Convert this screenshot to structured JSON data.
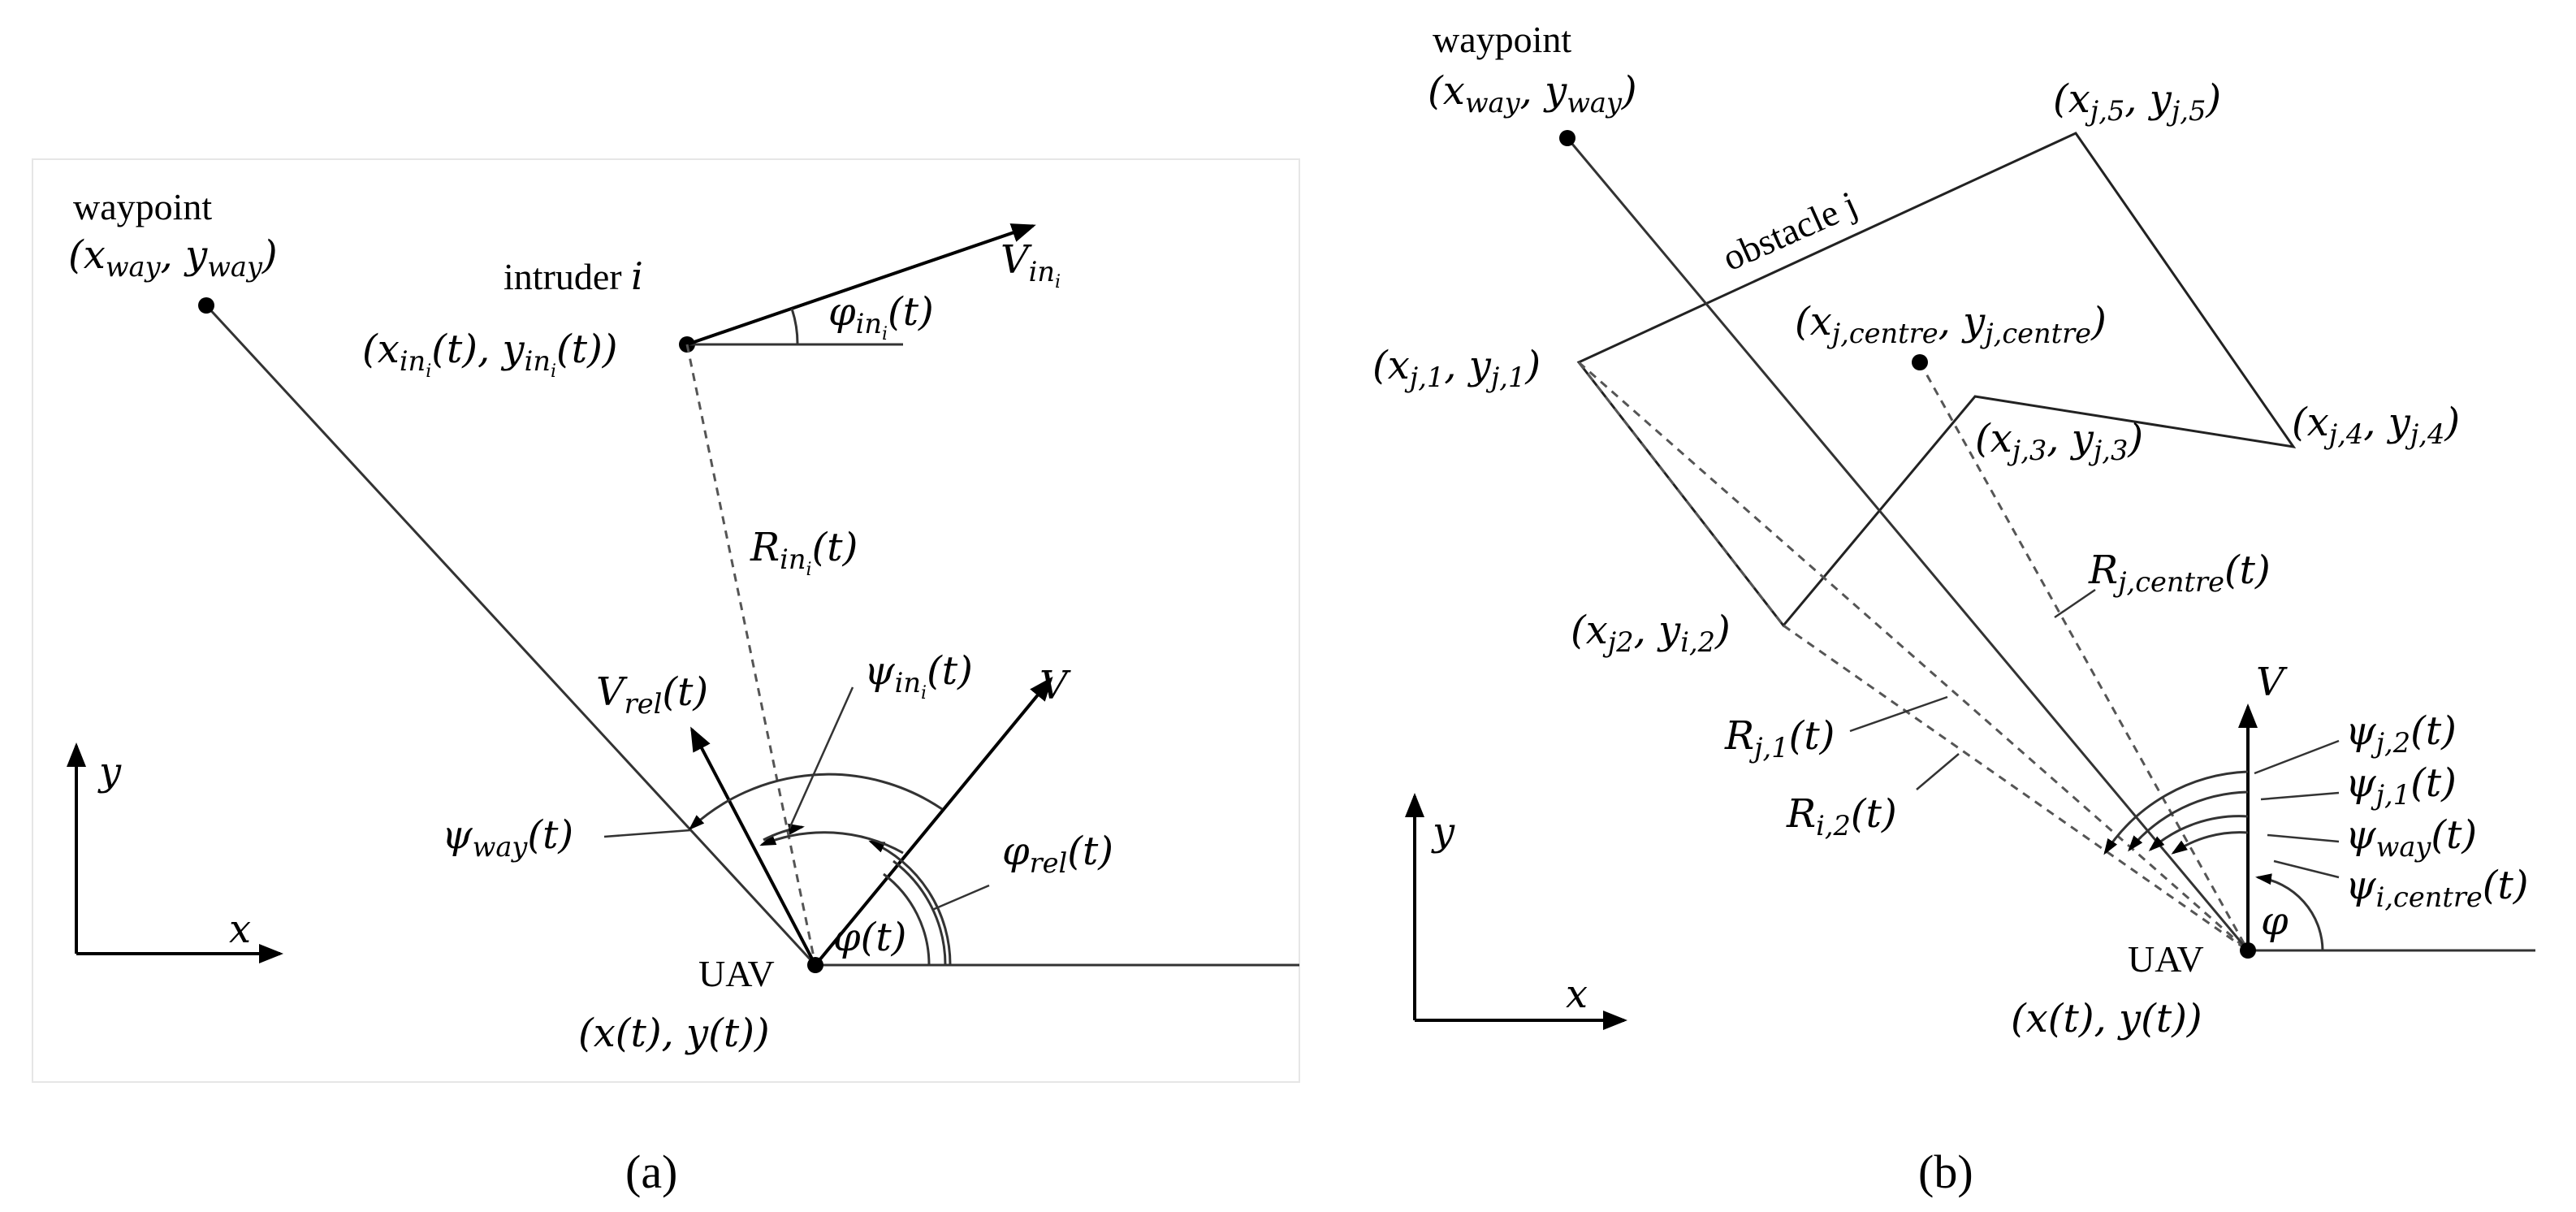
{
  "panel_a": {
    "caption": "(a)",
    "waypoint": "waypoint",
    "waypoint_coords": {
      "open": "(",
      "x": "x",
      "x_sub": "way",
      "sep": ", ",
      "y": "y",
      "y_sub": "way",
      "close": ")"
    },
    "intruder": "intruder",
    "intruder_i": "i",
    "intruder_coords": {
      "open": "(",
      "x": "x",
      "x_sub": "in",
      "x_subsub": "i",
      "t": "(t)",
      "sep": ", ",
      "y": "y",
      "y_sub": "in",
      "y_subsub": "i",
      "t2": "(t)",
      "close": ")"
    },
    "v_in": {
      "base": "V",
      "sub": "in",
      "subsub": "i"
    },
    "phi_in": {
      "base": "φ",
      "sub": "in",
      "subsub": "i",
      "t": "(t)"
    },
    "r_in": {
      "base": "R",
      "sub": "in",
      "subsub": "i",
      "t": "(t)"
    },
    "v_rel": {
      "base": "V",
      "sub": "rel",
      "t": "(t)"
    },
    "psi_in": {
      "base": "ψ",
      "sub": "in",
      "subsub": "i",
      "t": "(t)"
    },
    "v": "V",
    "psi_way": {
      "base": "ψ",
      "sub": "way",
      "t": "(t)"
    },
    "phi_rel": {
      "base": "φ",
      "sub": "rel",
      "t": "(t)"
    },
    "phi_t": "φ(t)",
    "uav": "UAV",
    "uav_coords": "(x(t), y(t))",
    "axis_y": "y",
    "axis_x": "x"
  },
  "panel_b": {
    "caption": "(b)",
    "waypoint": "waypoint",
    "waypoint_coords": {
      "open": "(",
      "x": "x",
      "x_sub": "way",
      "sep": ", ",
      "y": "y",
      "y_sub": "way",
      "close": ")"
    },
    "obstacle": "obstacle j",
    "v5": {
      "x_sub": "j,5",
      "y_sub": "j,5"
    },
    "v1": {
      "x_sub": "j,1",
      "y_sub": "j,1"
    },
    "centre": {
      "x_sub": "j,centre",
      "y_sub": "j,centre"
    },
    "v4": {
      "x_sub": "j,4",
      "y_sub": "j,4"
    },
    "v3": {
      "x_sub": "j,3",
      "y_sub": "j,3"
    },
    "v2": {
      "x_sub": "j2",
      "y_sub": "i,2"
    },
    "r_centre": {
      "base": "R",
      "sub": "j,centre",
      "t": "(t)"
    },
    "r_j1": {
      "base": "R",
      "sub": "j,1",
      "t": "(t)"
    },
    "r_i2": {
      "base": "R",
      "sub": "i,2",
      "t": "(t)"
    },
    "v": "V",
    "psi_j2": {
      "base": "ψ",
      "sub": "j,2",
      "t": "(t)"
    },
    "psi_j1": {
      "base": "ψ",
      "sub": "j,1",
      "t": "(t)"
    },
    "psi_way": {
      "base": "ψ",
      "sub": "way",
      "t": "(t)"
    },
    "psi_centre": {
      "base": "ψ",
      "sub": "i,centre",
      "t": "(t)"
    },
    "phi": "φ",
    "uav": "UAV",
    "uav_coords": "(x(t), y(t))",
    "axis_y": "y",
    "axis_x": "x"
  }
}
